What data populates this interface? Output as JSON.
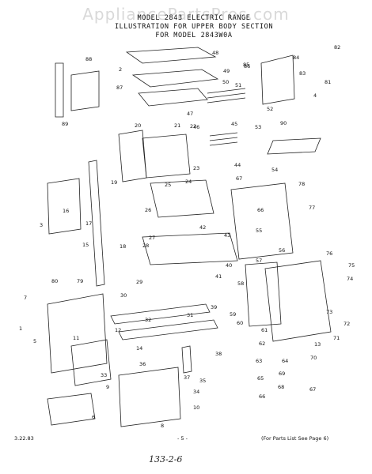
{
  "watermark": "AppliancePartsPros.com",
  "header": {
    "line1": "MODEL 2843 ELECTRIC RANGE",
    "line2": "ILLUSTRATION FOR UPPER BODY SECTION",
    "line3": "FOR MODEL 2843W0A"
  },
  "callouts": [
    "88",
    "48",
    "2",
    "87",
    "89",
    "86",
    "84",
    "82",
    "83",
    "81",
    "4",
    "49",
    "50",
    "51",
    "52",
    "47",
    "85",
    "20",
    "21",
    "22",
    "23",
    "45",
    "46",
    "53",
    "90",
    "19",
    "44",
    "54",
    "24",
    "25",
    "26",
    "67",
    "78",
    "77",
    "66",
    "43",
    "27",
    "42",
    "55",
    "56",
    "28",
    "40",
    "41",
    "29",
    "30",
    "57",
    "58",
    "76",
    "75",
    "74",
    "73",
    "72",
    "71",
    "31",
    "32",
    "39",
    "59",
    "60",
    "61",
    "62",
    "63",
    "64",
    "65",
    "66",
    "67",
    "68",
    "69",
    "70",
    "13",
    "14",
    "12",
    "11",
    "33",
    "36",
    "37",
    "38",
    "35",
    "34",
    "10",
    "9",
    "8",
    "6",
    "5",
    "1",
    "7",
    "3",
    "15",
    "16",
    "17",
    "18",
    "80",
    "79"
  ],
  "footer": {
    "date": "3.22.83",
    "page": "- 5 -",
    "note": "(For Parts List See Page 6)",
    "handwritten": "133-2-6"
  }
}
